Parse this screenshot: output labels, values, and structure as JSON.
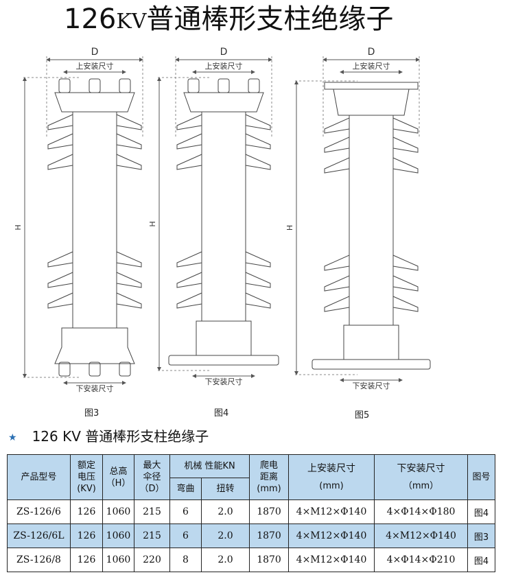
{
  "title": {
    "number": "126",
    "unit": "KV",
    "text": "普通棒形支柱绝缘子"
  },
  "drawings": {
    "dim_d": "D",
    "dim_h": "H",
    "upper_label": "上安装尺寸",
    "lower_label": "下安装尺寸",
    "figures": [
      "图3",
      "图4",
      "图5"
    ]
  },
  "subtitle": {
    "star": "★",
    "number": "126",
    "unit": "KV",
    "text": "普通棒形支柱绝缘子"
  },
  "table": {
    "headers": {
      "model": "产品型号",
      "voltage": [
        "额定",
        "电压",
        "(KV)"
      ],
      "height": [
        "总高",
        "（H）"
      ],
      "diameter": [
        "最大",
        "伞径",
        "（D）"
      ],
      "mech": "机械  性能KN",
      "bend": "弯曲",
      "torsion": "扭转",
      "creep": [
        "爬电",
        "距离",
        "(mm)"
      ],
      "upper": [
        "上安装尺寸",
        "(mm)"
      ],
      "lower": [
        "下安装尺寸",
        "（mm）"
      ],
      "fig": "图号"
    },
    "rows": [
      {
        "model": "ZS-126/6",
        "voltage": "126",
        "height": "1060",
        "diameter": "215",
        "bend": "6",
        "torsion": "2.0",
        "creep": "1870",
        "upper": "4×M12×Φ140",
        "lower": "4×Φ14×Φ180",
        "fig": "图4"
      },
      {
        "model": "ZS-126/6L",
        "voltage": "126",
        "height": "1060",
        "diameter": "215",
        "bend": "6",
        "torsion": "2.0",
        "creep": "1870",
        "upper": "4×M12×Φ140",
        "lower": "4×M12×Φ140",
        "fig": "图3"
      },
      {
        "model": "ZS-126/8",
        "voltage": "126",
        "height": "1060",
        "diameter": "220",
        "bend": "8",
        "torsion": "2.0",
        "creep": "1870",
        "upper": "4×M12×Φ140",
        "lower": "4×Φ14×Φ210",
        "fig": "图4"
      }
    ]
  }
}
